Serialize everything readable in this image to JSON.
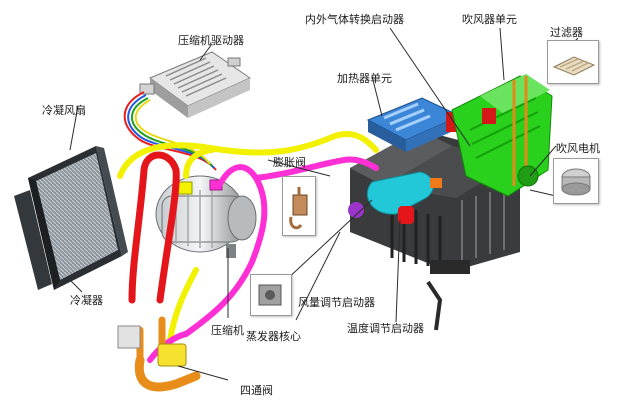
{
  "labels": {
    "compressor_driver": "压缩机驱动器",
    "air_switch_actuator": "内外气体转换启动器",
    "blower_unit": "吹风器单元",
    "filter": "过滤器",
    "heater_unit": "加热器单元",
    "condenser_fan": "冷凝风扇",
    "expansion_valve": "膨胀阀",
    "blower_motor": "吹风电机",
    "condenser": "冷凝器",
    "air_volume_actuator": "风量调节启动器",
    "evaporator_core": "蒸发器核心",
    "compressor": "压缩机",
    "temperature_actuator": "温度调节启动器",
    "four_way_valve": "四通阀"
  },
  "pipe_colors": {
    "liquid_line": "#f2f200",
    "suction_line": "#ff2fd6",
    "refrigerant_loop": "#e4161c",
    "blower_housing": "#29d11c",
    "duct": "#22c8d8"
  },
  "wire_colors": [
    "#e81e1e",
    "#2058e0",
    "#20a020",
    "#e8d818"
  ]
}
